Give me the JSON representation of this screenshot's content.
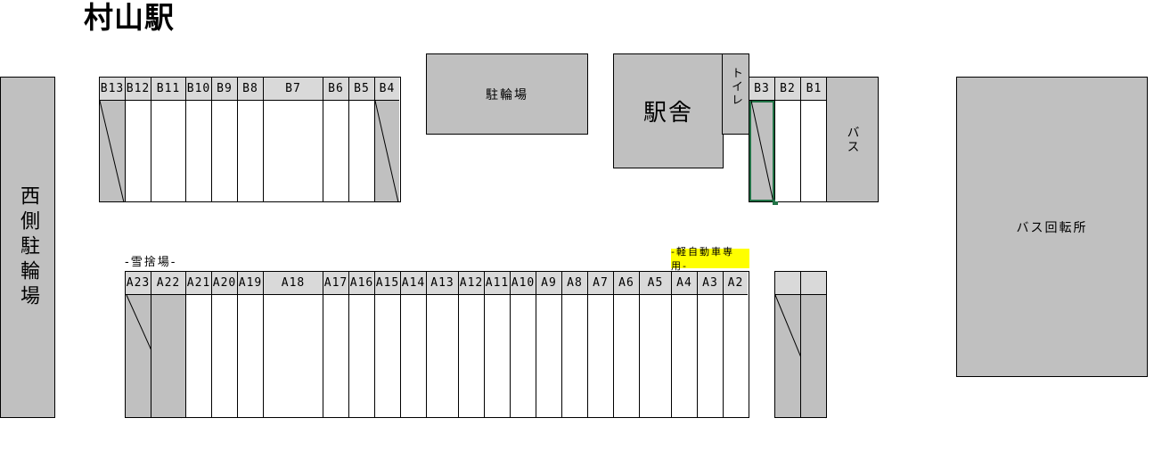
{
  "title": "村山駅",
  "areas": {
    "west_bike_parking": "西側駐輪場",
    "bike_parking": "駐輪場",
    "station_building": "駅舎",
    "toilet": "トイレ",
    "bus": "バス",
    "bus_turnaround": "バス回転所",
    "snow_dump": "-雪捨場-",
    "kei_only": "-軽自動車専用-"
  },
  "row_b_left": [
    {
      "id": "B13",
      "closed": true
    },
    {
      "id": "B12",
      "closed": false
    },
    {
      "id": "B11",
      "closed": false
    },
    {
      "id": "B10",
      "closed": false
    },
    {
      "id": "B9",
      "closed": false
    },
    {
      "id": "B8",
      "closed": false
    },
    {
      "id": "B7",
      "closed": false
    },
    {
      "id": "B6",
      "closed": false
    },
    {
      "id": "B5",
      "closed": false
    },
    {
      "id": "B4",
      "closed": true
    }
  ],
  "row_b_right": [
    {
      "id": "B3",
      "closed": true,
      "selected": true
    },
    {
      "id": "B2",
      "closed": false
    },
    {
      "id": "B1",
      "closed": false
    }
  ],
  "row_a": [
    {
      "id": "A23",
      "closed": true
    },
    {
      "id": "A22",
      "closed": true
    },
    {
      "id": "A21"
    },
    {
      "id": "A20"
    },
    {
      "id": "A19"
    },
    {
      "id": "A18"
    },
    {
      "id": "A17"
    },
    {
      "id": "A16"
    },
    {
      "id": "A15"
    },
    {
      "id": "A14"
    },
    {
      "id": "A13"
    },
    {
      "id": "A12"
    },
    {
      "id": "A11"
    },
    {
      "id": "A10"
    },
    {
      "id": "A9"
    },
    {
      "id": "A8"
    },
    {
      "id": "A7"
    },
    {
      "id": "A6"
    },
    {
      "id": "A5"
    },
    {
      "id": "A4"
    },
    {
      "id": "A3"
    },
    {
      "id": "A2"
    }
  ],
  "row_a_right": [
    {
      "id": "",
      "closed": true
    },
    {
      "id": "",
      "closed": true
    }
  ],
  "colors": {
    "area_fill": "#c0c0c0",
    "header_fill": "#d9d9d9",
    "highlight": "#ffff00",
    "selection": "#217346"
  }
}
